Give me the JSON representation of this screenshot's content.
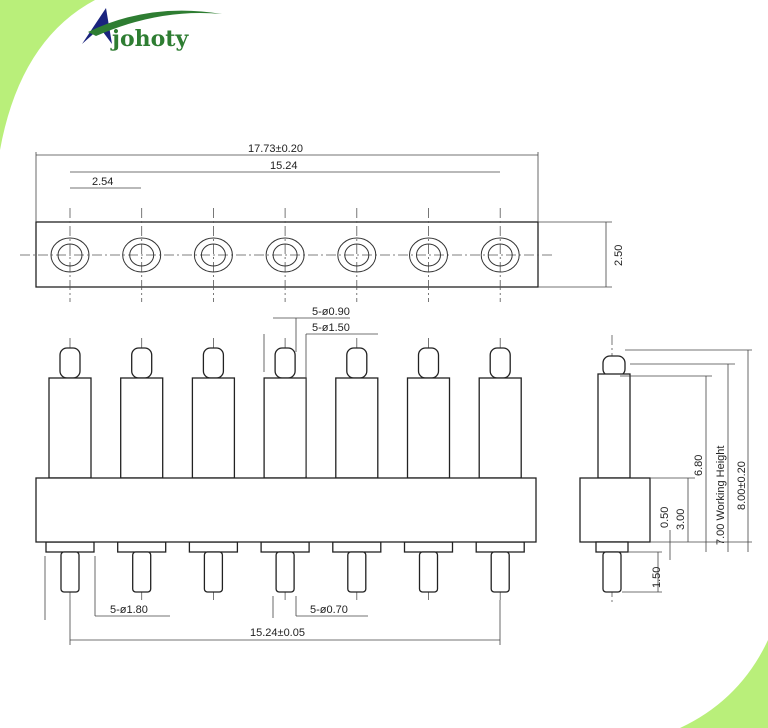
{
  "brand": {
    "name": "johoty",
    "colors": {
      "green": "#2e7d32",
      "navy": "#1a237e",
      "accent_green": "#b9ef7a"
    }
  },
  "drawing": {
    "top_view": {
      "overall_length": "17.73±0.20",
      "pin_span": "15.24",
      "pitch": "2.54",
      "width": "2.50",
      "pin_count": 7
    },
    "front_view": {
      "plunger_diameter": "5-ø0.90",
      "barrel_diameter": "5-ø1.50",
      "tail_shoulder_diameter": "5-ø1.80",
      "tail_diameter": "5-ø0.70",
      "tail_span": "15.24±0.05"
    },
    "side_view": {
      "height_680": "6.80",
      "working_height": "7.00  Working  Height",
      "total_height": "8.00±0.20",
      "insulator_height": "3.00",
      "shoulder": "0.50",
      "tail_length": "1.50"
    }
  }
}
